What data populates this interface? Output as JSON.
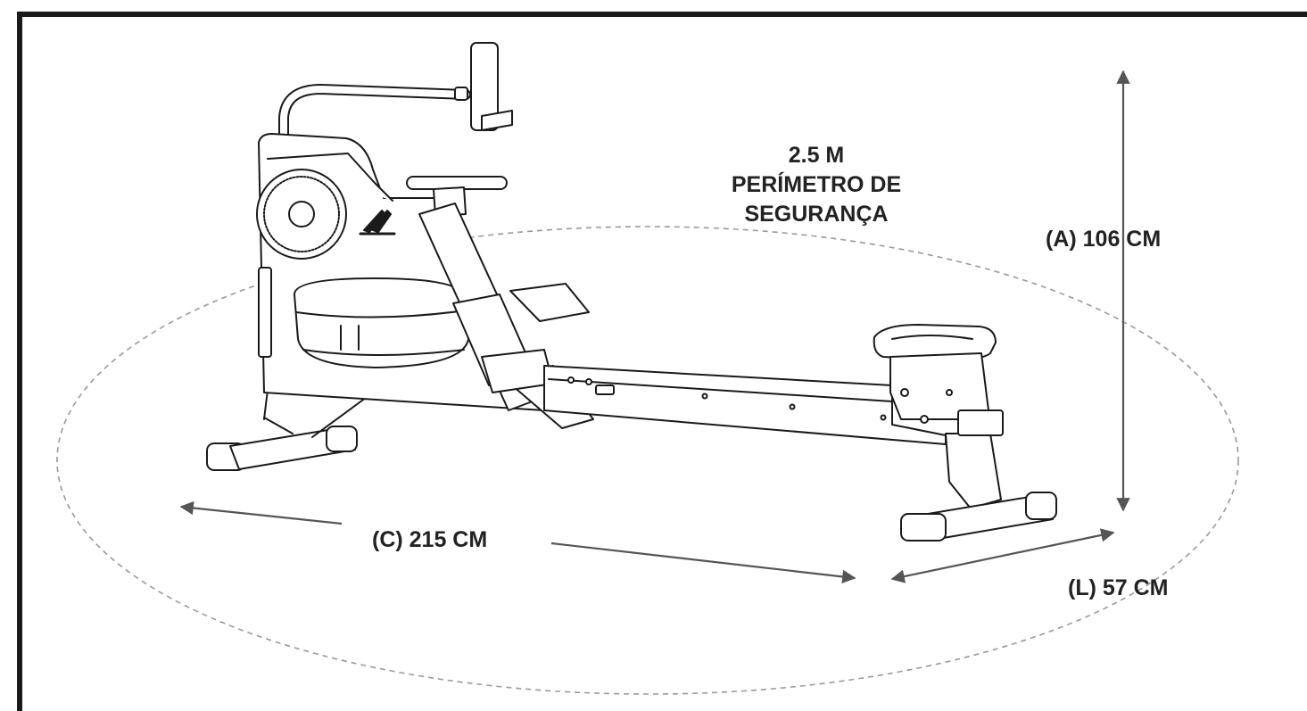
{
  "diagram": {
    "safety_zone": {
      "line1": "2.5 M",
      "line2": "PERÍMETRO DE",
      "line3": "SEGURANÇA"
    },
    "dimensions": {
      "height": "(A) 106 CM",
      "length": "(C) 215 CM",
      "width": "(L) 57 CM"
    },
    "colors": {
      "frame": "#1a1a1a",
      "arrow": "#555555",
      "perimeter": "#9a9a9a"
    }
  }
}
